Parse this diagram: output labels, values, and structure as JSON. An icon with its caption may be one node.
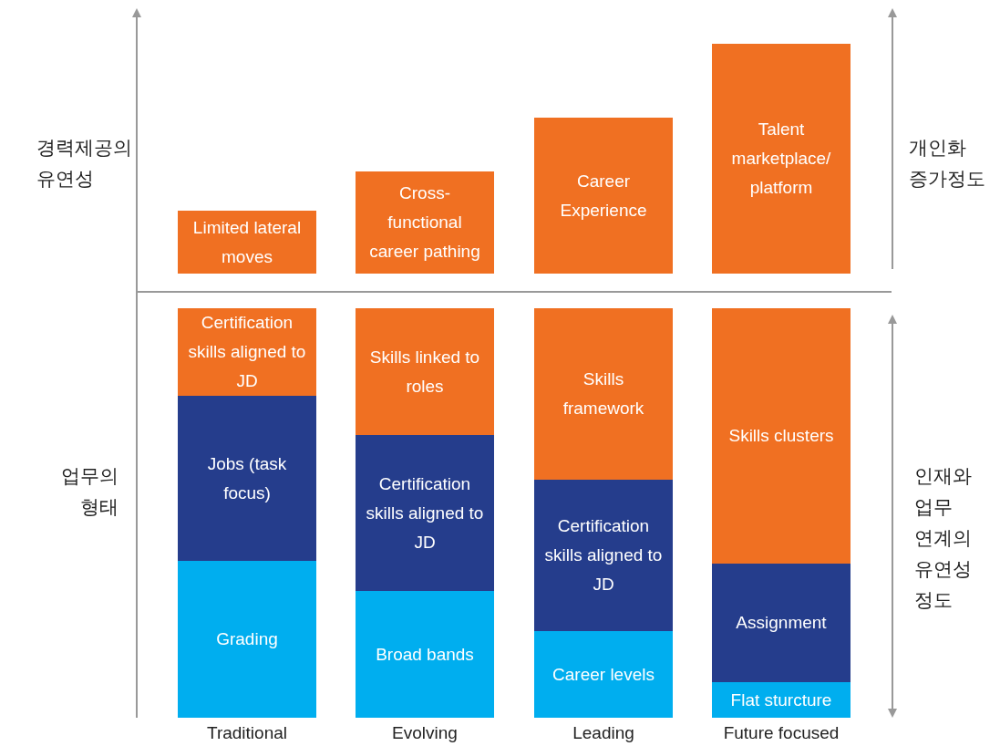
{
  "diagram": {
    "nodes": [
      {
        "text": [
          "Limited lateral moves"
        ]
      },
      {
        "text": [
          "Cross-functional career pathing"
        ]
      },
      {
        "text": [
          "Career Experience"
        ]
      },
      {
        "text": [
          "Talent marketplace/ platform"
        ]
      },
      {
        "text": [
          "Certification skills aligned to JD"
        ]
      },
      {
        "text": [
          "Jobs (task focus)"
        ]
      },
      {
        "text": [
          "Grading"
        ]
      },
      {
        "text": [
          "Skills linked to roles"
        ]
      },
      {
        "text": [
          "Certification skills aligned to JD"
        ]
      },
      {
        "text": [
          "Broad bands"
        ]
      },
      {
        "text": [
          "Skills framework"
        ]
      },
      {
        "text": [
          "Certification skills aligned to JD"
        ]
      },
      {
        "text": [
          "Career levels"
        ]
      },
      {
        "text": [
          "Skills clusters"
        ]
      },
      {
        "text": [
          "Assignment"
        ]
      },
      {
        "text": [
          "Flat sturcture"
        ]
      }
    ],
    "labels": [
      "경력제공의 유연성",
      "개인화 증가정도",
      "업무의 형태",
      "인재와 업무 연계의 유연성 정도",
      "Traditional",
      "Evolving",
      "Leading",
      "Future focused"
    ]
  }
}
